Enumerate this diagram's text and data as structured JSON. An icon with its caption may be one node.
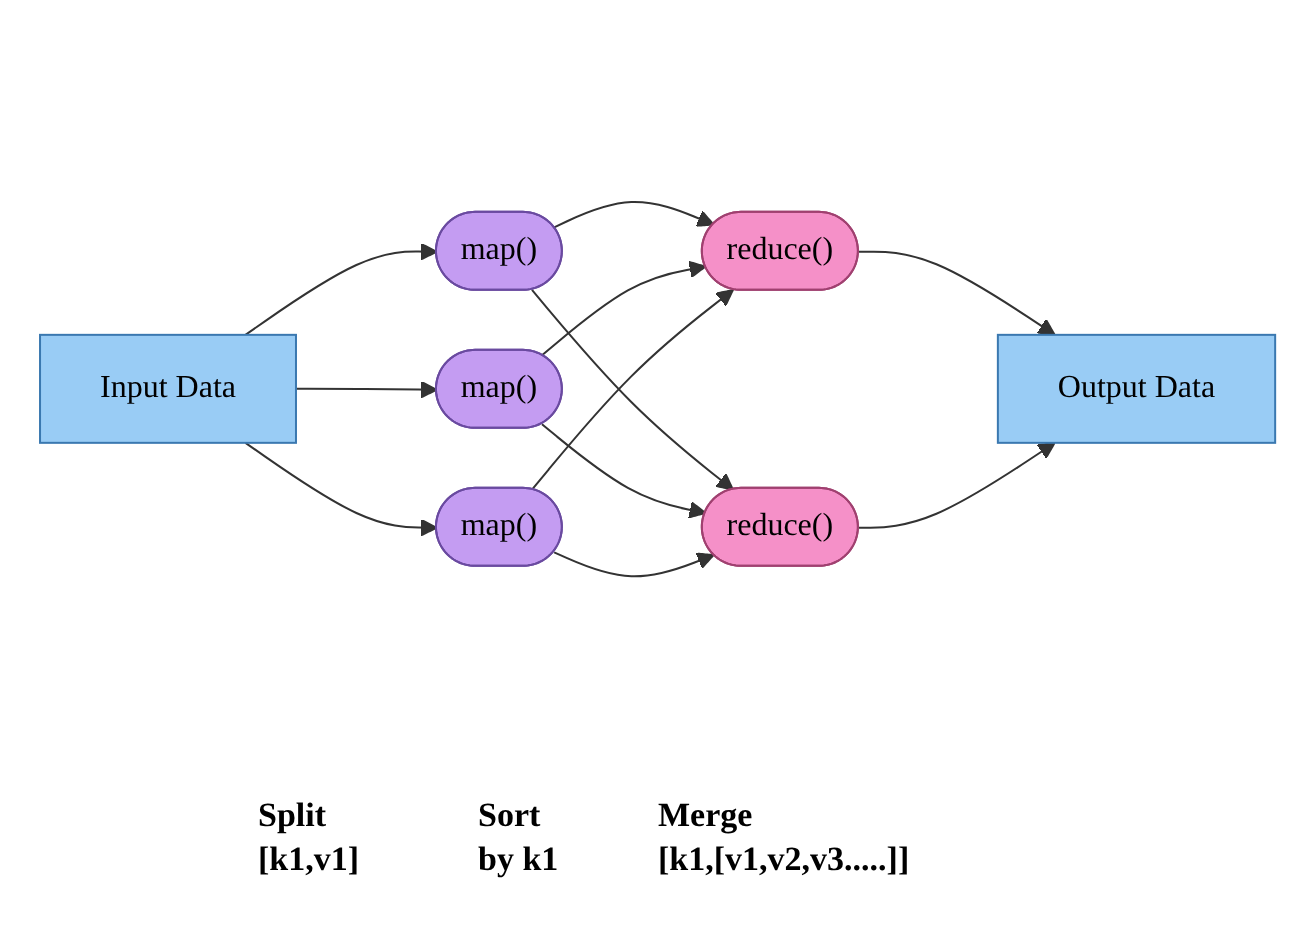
{
  "diagram": {
    "nodes": [
      {
        "text": [
          "Input Data"
        ]
      },
      {
        "text": [
          "map()"
        ]
      },
      {
        "text": [
          "map()"
        ]
      },
      {
        "text": [
          "map()"
        ]
      },
      {
        "text": [
          "reduce()"
        ]
      },
      {
        "text": [
          "reduce()"
        ]
      },
      {
        "text": [
          "Output Data"
        ]
      }
    ],
    "edges": [
      {
        "from": 0,
        "to": 1,
        "arrow": "to"
      },
      {
        "from": 0,
        "to": 2,
        "arrow": "to"
      },
      {
        "from": 0,
        "to": 3,
        "arrow": "to"
      },
      {
        "from": 1,
        "to": 4,
        "arrow": "to"
      },
      {
        "from": 1,
        "to": 5,
        "arrow": "to"
      },
      {
        "from": 2,
        "to": 4,
        "arrow": "to"
      },
      {
        "from": 2,
        "to": 5,
        "arrow": "to"
      },
      {
        "from": 3,
        "to": 4,
        "arrow": "to"
      },
      {
        "from": 3,
        "to": 5,
        "arrow": "to"
      },
      {
        "from": 4,
        "to": 6,
        "arrow": "to"
      },
      {
        "from": 5,
        "to": 6,
        "arrow": "to"
      }
    ],
    "labels": [
      "Split",
      "Sort",
      "Merge",
      "[k1,v1]",
      "by k1",
      "[k1,[v1,v2,v3.....]]"
    ]
  }
}
